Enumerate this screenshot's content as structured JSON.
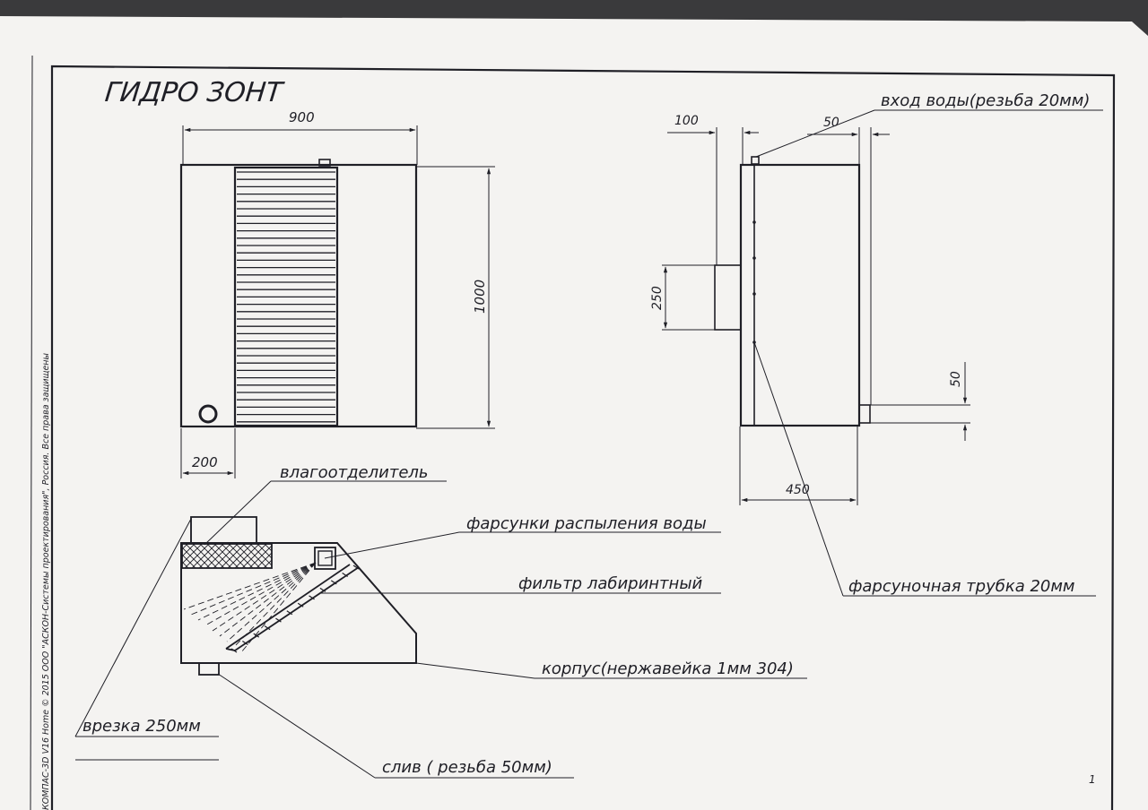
{
  "title": "ГИДРО ЗОНТ",
  "dimensions": {
    "front_width": "900",
    "front_height": "1000",
    "drain_offset": "200",
    "side_offset_100": "100",
    "side_offset_50": "50",
    "side_box": "250",
    "side_drain": "50",
    "side_depth": "450"
  },
  "callouts": {
    "water_inlet": "вход воды(резьба 20мм)",
    "moisture_separator": "влагоотделитель",
    "spray_nozzles": "фарсунки распыления воды",
    "labyrinth_filter": "фильтр лабиринтный",
    "housing": "корпус(нержавейка 1мм 304)",
    "cutout": "врезка 250мм",
    "drain": "слив ( резьба 50мм)",
    "nozzle_tube": "фарсуночная трубка 20мм"
  },
  "stamp": {
    "side_text": "КОМПАС-3D V16 Home  © 2015 ООО \"АСКОН-Системы проектирования\", Россия. Все права защищены",
    "page_number": "1"
  },
  "colors": {
    "paper": "#f4f3f1",
    "ink": "#1f1f26",
    "background": "#d9d6d4"
  }
}
